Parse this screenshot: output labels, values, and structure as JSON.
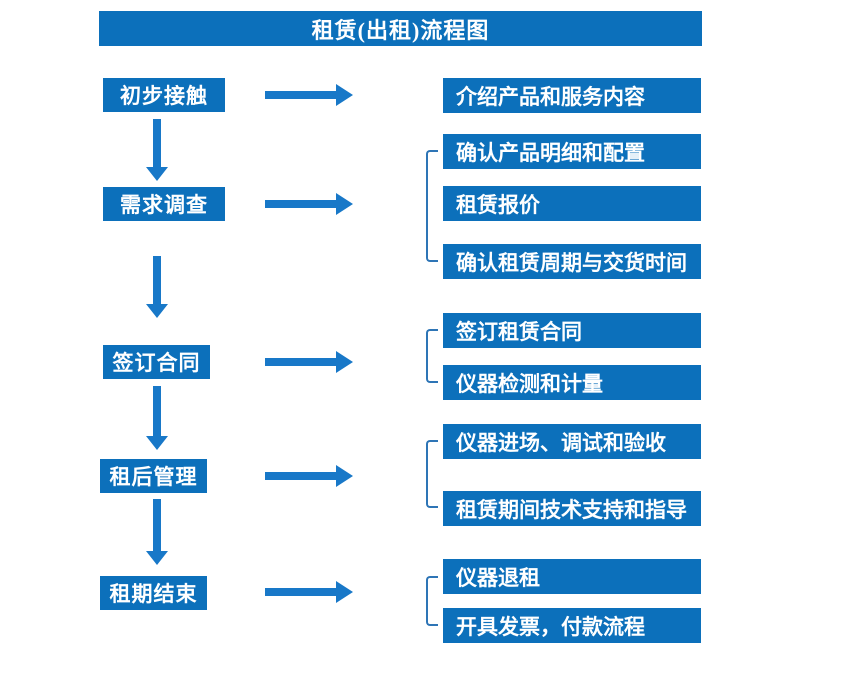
{
  "title": "租赁(出租)流程图",
  "colors": {
    "box_blue": "#0C70BB",
    "arrow_blue": "#1878C8",
    "bracket_blue": "#2E75B6",
    "text_white": "#FFFFFF",
    "background": "#FFFFFF"
  },
  "steps": [
    {
      "label": "初步接触",
      "details": [
        "介绍产品和服务内容"
      ]
    },
    {
      "label": "需求调查",
      "details": [
        "确认产品明细和配置",
        "租赁报价",
        "确认租赁周期与交货时间"
      ]
    },
    {
      "label": "签订合同",
      "details": [
        "签订租赁合同",
        "仪器检测和计量"
      ]
    },
    {
      "label": "租后管理",
      "details": [
        "仪器进场、调试和验收",
        "租赁期间技术支持和指导"
      ]
    },
    {
      "label": "租期结束",
      "details": [
        "仪器退租",
        "开具发票，付款流程"
      ]
    }
  ]
}
